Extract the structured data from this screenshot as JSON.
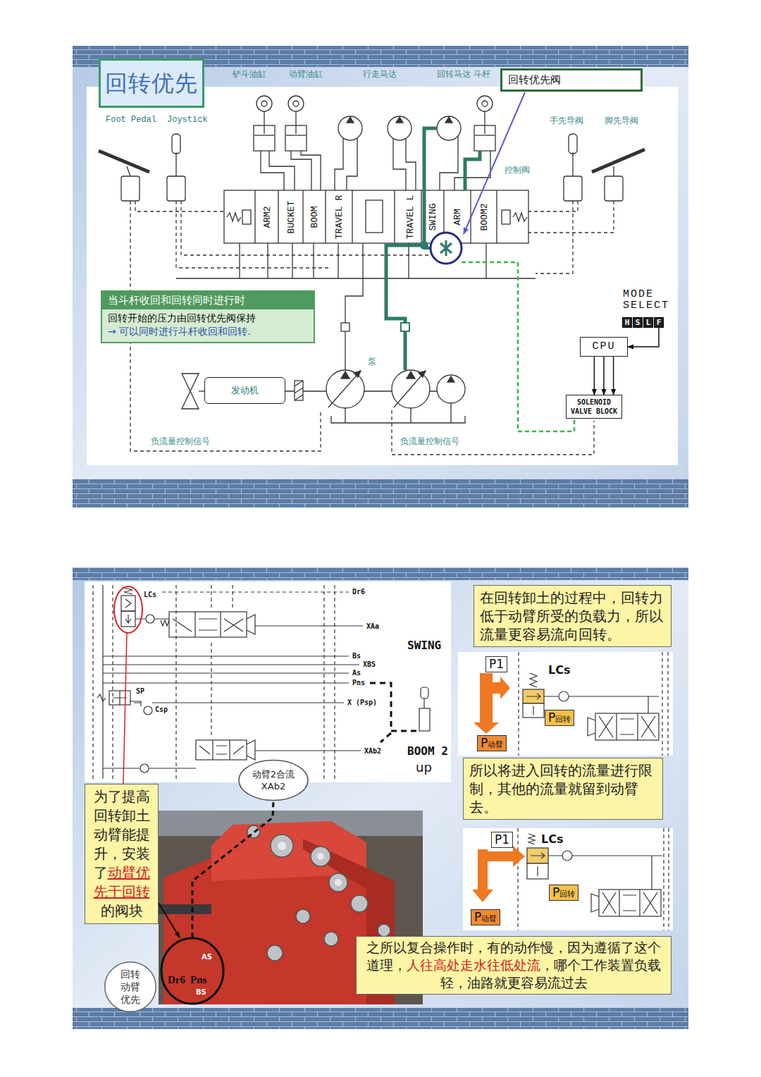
{
  "diagram": {
    "title": "回转优先",
    "nodes": [
      {
        "text": [
          "回转优先阀"
        ]
      },
      {
        "text": [
          "当斗杆收回和回转同时进行时",
          "回转开始的压力由回转优先阀保持",
          "→ 可以同时进行斗杆收回和回转."
        ]
      },
      {
        "text": [
          "H"
        ]
      },
      {
        "text": [
          "S"
        ]
      },
      {
        "text": [
          "L"
        ]
      },
      {
        "text": [
          "F"
        ]
      },
      {
        "text": [
          "CPU"
        ]
      },
      {
        "text": [
          "发动机"
        ]
      },
      {
        "text": [
          "SOLENOID VALVE BLOCK"
        ]
      },
      {
        "text": [
          "在回转卸土的过程中，回转力低于动臂所受的负载力，所以流量更容易流向回转。"
        ]
      },
      {
        "text": [
          "P1"
        ]
      },
      {
        "text": [
          "P",
          "回转"
        ]
      },
      {
        "text": [
          "P",
          "动臂"
        ]
      },
      {
        "text": [
          "动臂2合流XAb2"
        ]
      },
      {
        "text": [
          "所以将进入回转的流量进行限制，其他的流量就留到动臂去。"
        ]
      },
      {
        "text": [
          "为了提高回转卸土动臂能提升，安装了",
          "动臂优先于回转",
          "的阀块"
        ]
      },
      {
        "text": [
          "P1"
        ]
      },
      {
        "text": [
          "P",
          "回转"
        ]
      },
      {
        "text": [
          "P",
          "动臂"
        ]
      },
      {
        "text": [
          "AS",
          "Dr6",
          "Pns",
          "BS"
        ]
      },
      {
        "text": [
          "之所以复合操作时，有的动作慢，因为遵循了这个道理，",
          "人往高处走水往低处流",
          "，哪个工作装置负载轻，油路就更容易流过去"
        ]
      },
      {
        "text": [
          "回转动臂优先"
        ]
      }
    ],
    "edges": [
      {
        "from": 5,
        "to": 6,
        "arrow": "to"
      },
      {
        "from": 6,
        "to": 8,
        "arrow": "to"
      },
      {
        "from": 6,
        "to": 8,
        "arrow": "to"
      },
      {
        "from": 6,
        "to": 8,
        "arrow": "to"
      },
      {
        "from": 15,
        "to": 19,
        "arrow": "to"
      },
      {
        "from": 19,
        "to": 13,
        "arrow": "none"
      }
    ],
    "labels": [
      "铲斗油缸",
      "动臂油缸",
      "行走马达",
      "回转马达 斗杆",
      "Foot Pedal",
      "Joystick",
      "手先导阀",
      "脚先导阀",
      "控制阀",
      "ARM2",
      "BUCKET",
      "BOOM",
      "TRAVEL R",
      "TRAVEL L",
      "SWING",
      "ARM",
      "BOOM2",
      "MODE SELECT",
      "泵",
      "负流量控制信号",
      "负流量控制信号",
      "LCs",
      "Dr6",
      "XAa",
      "SP",
      "Csp",
      "Bs",
      "XBS",
      "As",
      "Pns",
      "X (Psp)",
      "SWING",
      "XAb2",
      "BOOM 2",
      "up",
      "LCs",
      "LCs"
    ]
  }
}
